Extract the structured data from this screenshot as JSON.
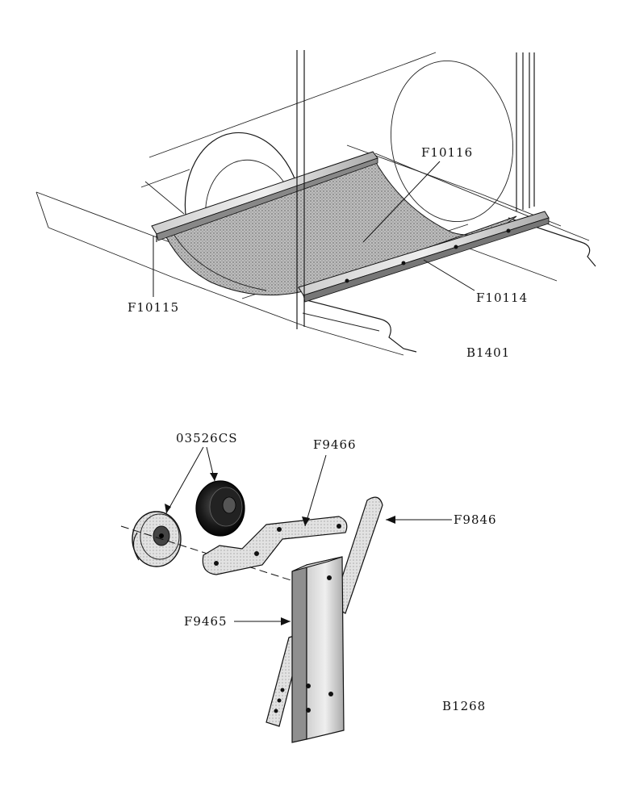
{
  "figures": [
    {
      "id": "B1401",
      "callouts": [
        {
          "part": "F10116"
        },
        {
          "part": "F10115"
        },
        {
          "part": "F10114"
        }
      ]
    },
    {
      "id": "B1268",
      "callouts": [
        {
          "part": "03526CS"
        },
        {
          "part": "F9466"
        },
        {
          "part": "F9846"
        },
        {
          "part": "F9465"
        }
      ]
    }
  ]
}
